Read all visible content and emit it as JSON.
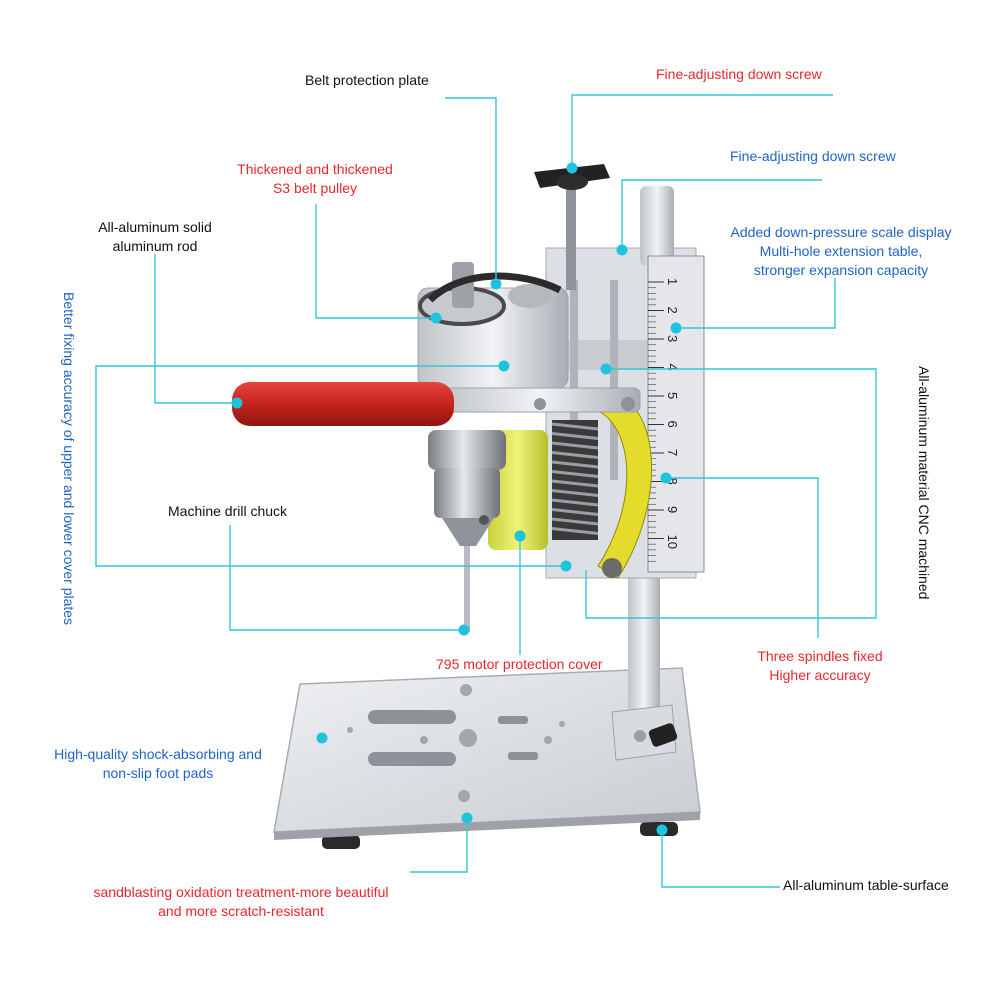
{
  "colors": {
    "leader_line": "#35c6dc",
    "dot": "#1cc4dd",
    "red_text": "#e8262b",
    "blue_text": "#1f63c7",
    "black_text": "#111111"
  },
  "labels": {
    "belt_protection_plate": "Belt protection plate",
    "fine_adjust_red": "Fine-adjusting down screw",
    "fine_adjust_blue": "Fine-adjusting down screw",
    "pulley_line1": "Thickened and thickened",
    "pulley_line2": "S3 belt pulley",
    "rod_line1": "All-aluminum solid",
    "rod_line2": "aluminum rod",
    "scale_line1": "Added down-pressure scale display",
    "scale_line2": "Multi-hole extension table,",
    "scale_line3": "stronger expansion capacity",
    "fixing_accuracy": "Better fixing accuracy of upper and lower cover plates",
    "cnc_machined": "All-aluminum material CNC machined",
    "drill_chuck": "Machine drill chuck",
    "motor_cover": "795 motor protection cover",
    "spindles_line1": "Three spindles fixed",
    "spindles_line2": "Higher accuracy",
    "foot_pads_line1": "High-quality shock-absorbing and",
    "foot_pads_line2": "non-slip foot pads",
    "sandblast_line1": "sandblasting oxidation treatment-more beautiful",
    "sandblast_line2": "and more scratch-resistant",
    "table_surface": "All-aluminum table-surface"
  },
  "scale": {
    "ticks": [
      "1",
      "2",
      "3",
      "4",
      "5",
      "6",
      "7",
      "8",
      "9",
      "10"
    ]
  }
}
